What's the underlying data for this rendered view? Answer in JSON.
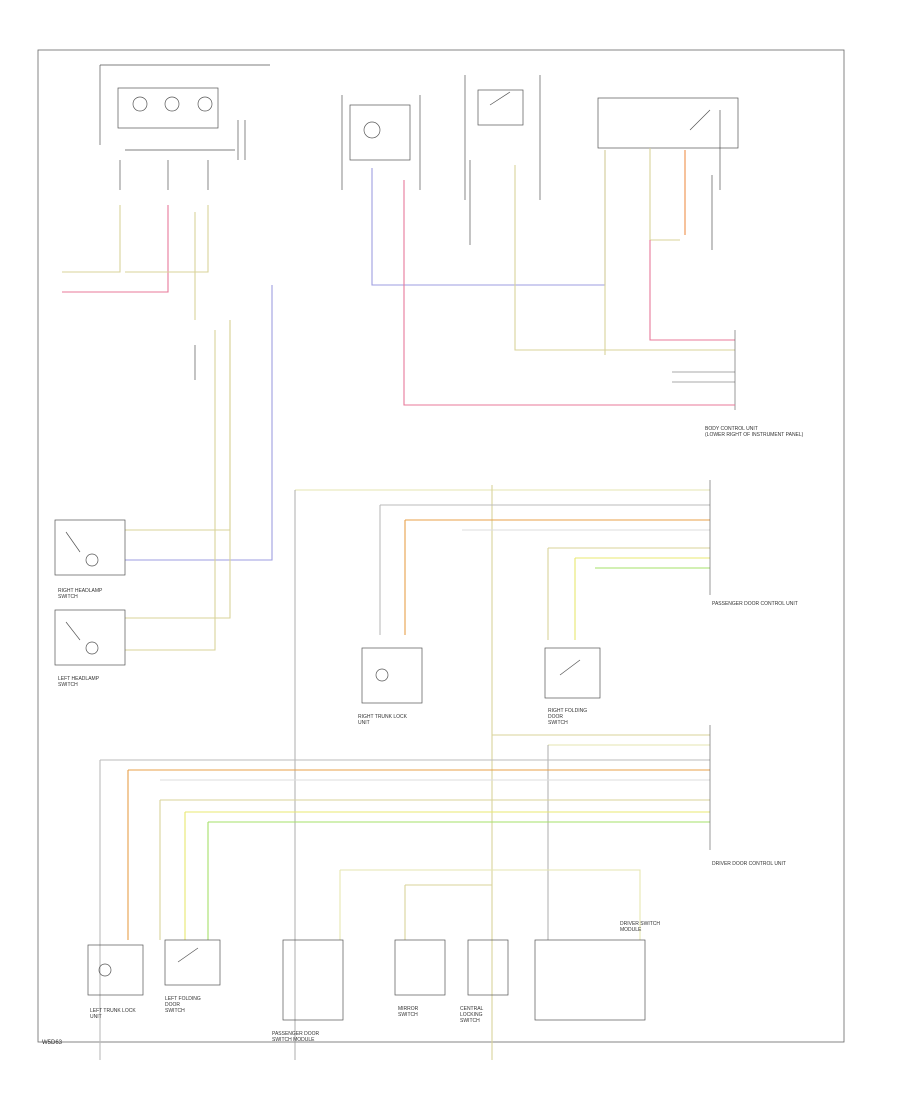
{
  "labels": {
    "right_headlamp": "RIGHT HEADLAMP\nSWITCH",
    "left_headlamp": "LEFT HEADLAMP\nSWITCH",
    "right_trunk_lamp": "RIGHT TRUNK LOCK\nUNIT",
    "left_trunk_lamp": "LEFT TRUNK LOCK\nUNIT",
    "right_door_switch": "RIGHT FOLDING\nDOOR\nSWITCH",
    "left_door_switch": "LEFT FOLDING\nDOOR\nSWITCH",
    "passenger_door_control": "PASSENGER DOOR CONTROL UNIT",
    "driver_door_control": "DRIVER DOOR CONTROL UNIT",
    "body_control": "BODY CONTROL UNIT\n(LOWER RIGHT OF INSTRUMENT PANEL)",
    "passenger_switch_module": "PASSENGER DOOR\nSWITCH MODULE",
    "driver_switch_module": "DRIVER SWITCH\nMODULE",
    "mirror_switch": "MIRROR\nSWITCH",
    "central_locking": "CENTRAL\nLOCKING\nSWITCH",
    "page_code": "W5D63"
  }
}
